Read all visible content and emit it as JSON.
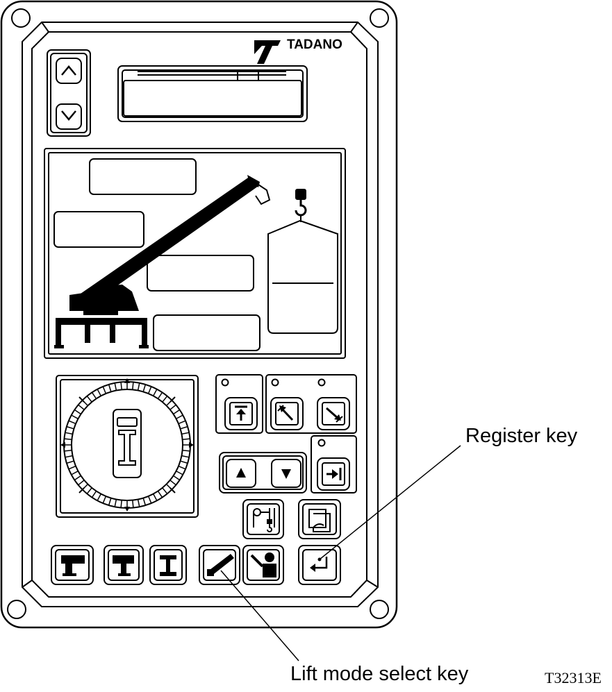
{
  "brand": {
    "name": "TADANO"
  },
  "callouts": {
    "register_key": "Register key",
    "lift_mode_select_key": "Lift mode select key"
  },
  "figure_code": "T32313E"
}
